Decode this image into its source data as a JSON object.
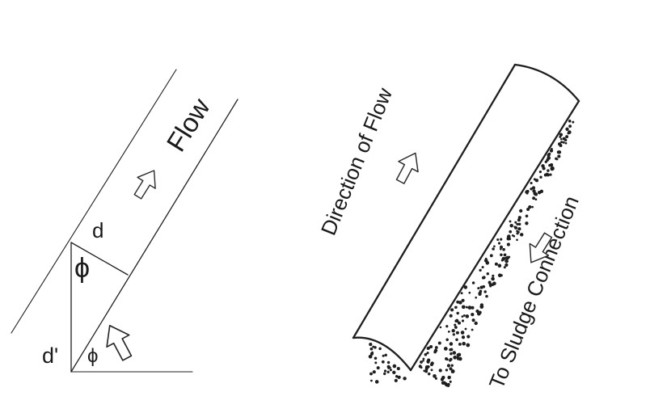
{
  "left_diagram": {
    "flow_label": "Flow",
    "d_label": "d",
    "d_prime_label": "d'",
    "phi_upper_label": "ϕ",
    "phi_lower_label": "ϕ"
  },
  "right_diagram": {
    "direction_label": "Direction of Flow",
    "sludge_label": "To Sludge Connection"
  },
  "colors": {
    "line": "#1f1f1f",
    "background": "#ffffff"
  }
}
